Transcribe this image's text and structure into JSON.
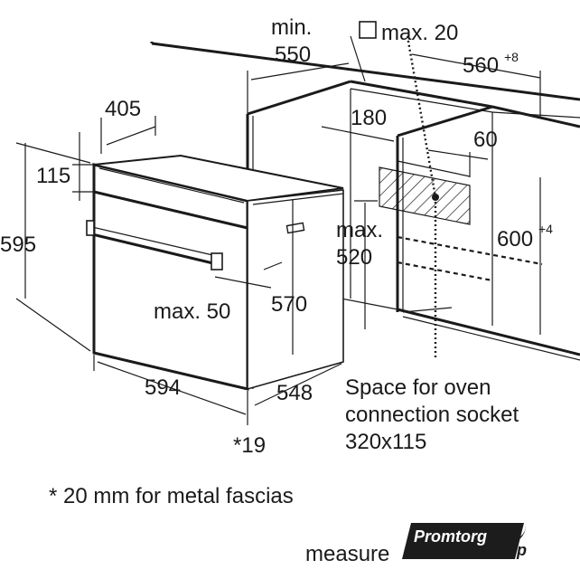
{
  "dims": {
    "min_label": "min.",
    "min_value": "550",
    "max20": "max. 20",
    "w560": "560",
    "w560_tol": "+8",
    "d405": "405",
    "d180": "180",
    "d60": "60",
    "h115": "115",
    "h595": "595",
    "max520_label": "max.",
    "max520_value": "520",
    "h600": "600",
    "h600_tol": "+4",
    "max50": "max. 50",
    "h570": "570",
    "w594": "594",
    "d548": "548",
    "note19": "*19"
  },
  "socket_note": {
    "line1": "Space for oven",
    "line2": "connection socket",
    "line3": "320x115"
  },
  "footnote": "* 20 mm for metal fascias",
  "caption": "measure",
  "watermark": {
    "brand": "Promtorg",
    "suffix": "shop"
  }
}
